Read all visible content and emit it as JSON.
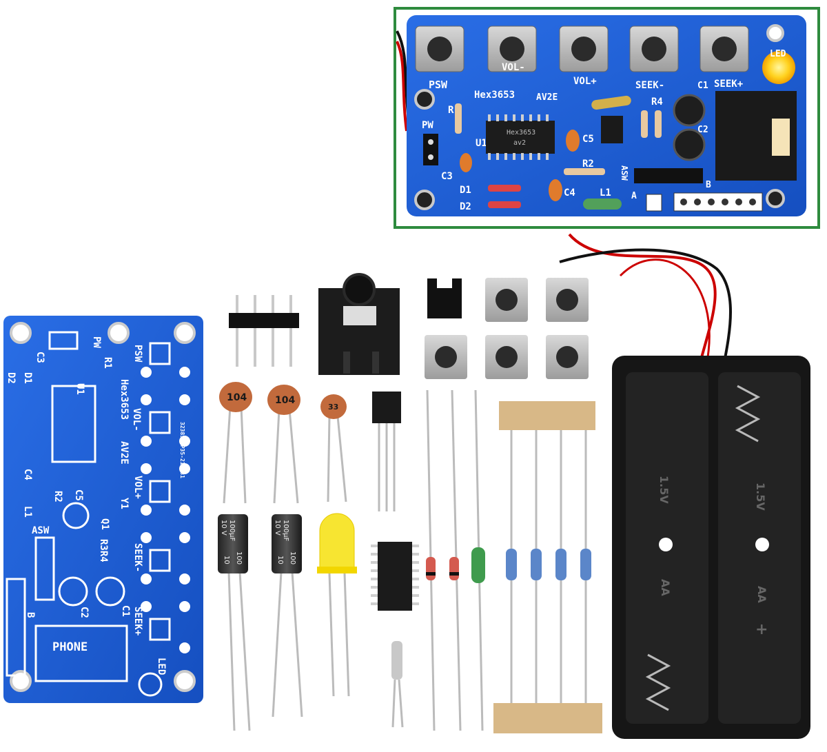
{
  "inset": {
    "labels": {
      "psw": "PSW",
      "vol_minus": "VOL-",
      "vol_plus": "VOL+",
      "seek_minus": "SEEK-",
      "seek_plus": "SEEK+",
      "led": "LED",
      "hex": "Hex3653",
      "av2e": "AV2E",
      "pw": "PW",
      "r": "R",
      "u1": "U1",
      "c3": "C3",
      "c5": "C5",
      "r2": "R2",
      "r4": "R4",
      "c1": "C1",
      "c2": "C2",
      "d1": "D1",
      "d2": "D2",
      "c4": "C4",
      "l1": "L1",
      "a": "A",
      "b": "B",
      "asw": "ASW",
      "chip": "Hex3653",
      "chip2": "av2"
    },
    "colors": {
      "frame": "#2e8b3e",
      "board": "#1e5fd6",
      "silk": "#ffffff"
    }
  },
  "bare_pcb": {
    "labels": {
      "pw": "PW",
      "c3": "C3",
      "r1": "R1",
      "psw": "PSW",
      "d2": "D2",
      "d1": "D1",
      "u1": "U1",
      "hex": "Hex3653",
      "vol_minus": "VOL-",
      "av2e": "AV2E",
      "vol_plus": "VOL+",
      "y1": "Y1",
      "c4": "C4",
      "r2": "R2",
      "c5": "C5",
      "l1": "L1",
      "asw": "ASW",
      "q1": "Q1",
      "r3r4": "R3R4",
      "seek_minus": "SEEK-",
      "c2": "C2",
      "c1": "C1",
      "seek_plus": "SEEK+",
      "b": "B",
      "phone": "PHONE",
      "led": "LED",
      "code": "323854BP35-210331"
    }
  },
  "components": {
    "cap_104_a": "104",
    "cap_104_b": "104",
    "cap_small": "33",
    "electrolytic_a": [
      "100µF",
      "10 V",
      "100",
      "10"
    ],
    "electrolytic_b": [
      "100µF",
      "10 V",
      "100",
      "10"
    ],
    "battery_labels": {
      "aa_1": "AA",
      "aa_2": "AA",
      "v_1": "1.5V",
      "v_2": "1.5V",
      "plus": "+"
    }
  }
}
